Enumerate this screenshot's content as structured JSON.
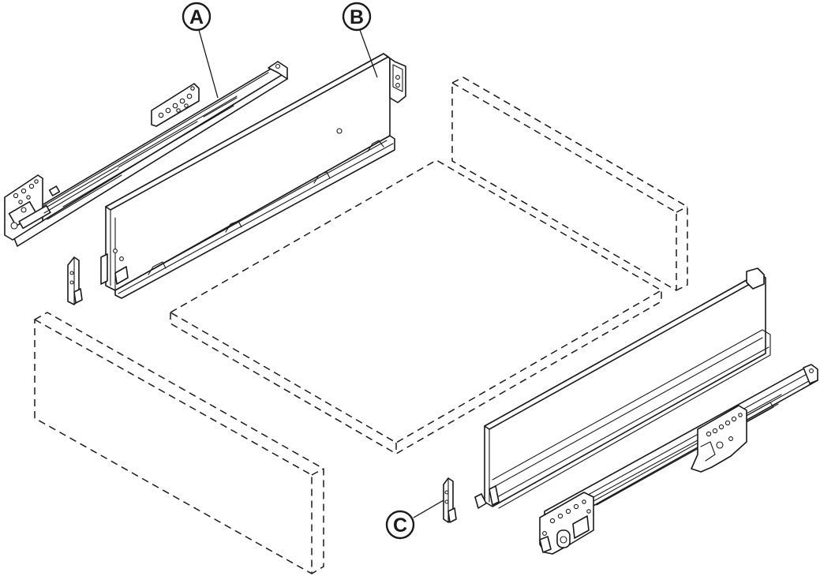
{
  "callouts": {
    "a": {
      "label": "A"
    },
    "b": {
      "label": "B"
    },
    "c": {
      "label": "C"
    }
  },
  "colors": {
    "line": "#1a1a1a",
    "background": "#ffffff"
  }
}
